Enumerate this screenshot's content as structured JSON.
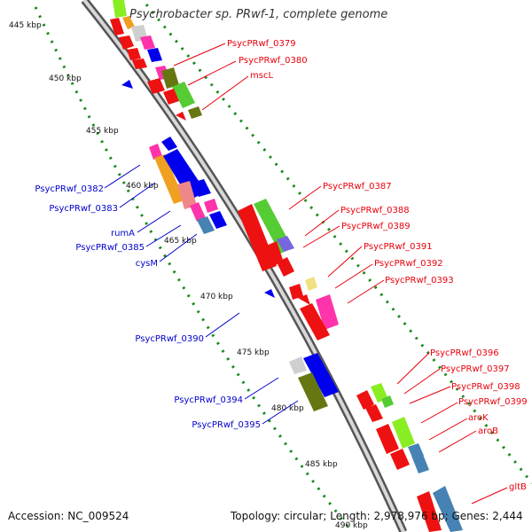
{
  "title": "Psychrobacter sp. PRwf-1, complete genome",
  "footer": {
    "accession": "Accession: NC_009524",
    "topology": "Topology: circular; Length: 2,978,976 bp; Genes: 2,444"
  },
  "ticks": [
    "445 kbp",
    "450 kbp",
    "455 kbp",
    "460 kbp",
    "465 kbp",
    "470 kbp",
    "475 kbp",
    "480 kbp",
    "485 kbp",
    "490 kbp"
  ],
  "labels_forward": [
    "PsycPRwf_0379",
    "PsycPRwf_0380",
    "mscL",
    "PsycPRwf_0387",
    "PsycPRwf_0388",
    "PsycPRwf_0389",
    "PsycPRwf_0391",
    "PsycPRwf_0392",
    "PsycPRwf_0393",
    "PsycPRwf_0396",
    "PsycPRwf_0397",
    "PsycPRwf_0398",
    "PsycPRwf_0399",
    "aroK",
    "aroB",
    "gltB"
  ],
  "labels_reverse": [
    "PsycPRwf_0382",
    "PsycPRwf_0383",
    "rumA",
    "PsycPRwf_0385",
    "cysM",
    "PsycPRwf_0390",
    "PsycPRwf_0394",
    "PsycPRwf_0395"
  ],
  "colors": {
    "forward_label": "#e8000b",
    "reverse_label": "#0000cc",
    "backbone": "#9a9a9a",
    "tick_dots": "#1a8a1a"
  }
}
